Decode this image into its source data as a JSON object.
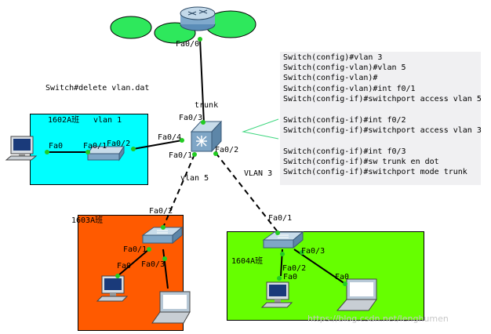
{
  "rooms": {
    "r1602": {
      "name": "1602A班",
      "vlan": "vlan 1",
      "color": "#00ffff"
    },
    "r1603": {
      "name": "1603A班",
      "color": "#ff5a00"
    },
    "r1604": {
      "name": "1604A班",
      "color": "#66ff00"
    }
  },
  "ports": {
    "router_fa00": "Fa0/0",
    "core_fa03": "Fa0/3",
    "core_fa04": "Fa0/4",
    "core_fa01": "Fa0/1",
    "core_fa02": "Fa0/2",
    "sw1602_fa01": "Fa0/1",
    "sw1602_fa02": "Fa0/2",
    "pc1602_fa0": "Fa0",
    "sw1603_fa02": "Fa0/2",
    "sw1603_fa01": "Fa0/1",
    "sw1603_fa03": "Fa0/3",
    "pc1603_fa0": "Fa0",
    "sw1604_fa01": "Fa0/1",
    "sw1604_fa02": "Fa0/2",
    "sw1604_fa03": "Fa0/3",
    "pc1604_fa0": "Fa0",
    "laptop1604_fa0": "Fa0"
  },
  "link_labels": {
    "trunk": "trunk",
    "vlan5": "vlan 5",
    "vlan3": "VLAN 3"
  },
  "delete_cmd": "Switch#delete vlan.dat",
  "console": [
    "Switch(config)#vlan 3",
    "Switch(config-vlan)#vlan 5",
    "Switch(config-vlan)#",
    "Switch(config-vlan)#int f0/1",
    "Switch(config-if)#switchport access vlan 5",
    "",
    "Switch(config-if)#int f0/2",
    "Switch(config-if)#switchport access vlan 3",
    "",
    "Switch(config-if)#int f0/3",
    "Switch(config-if)#sw trunk en dot",
    "Switch(config-if)#switchport mode trunk"
  ],
  "watermark": "https://blog.csdn.net/lenghumen"
}
